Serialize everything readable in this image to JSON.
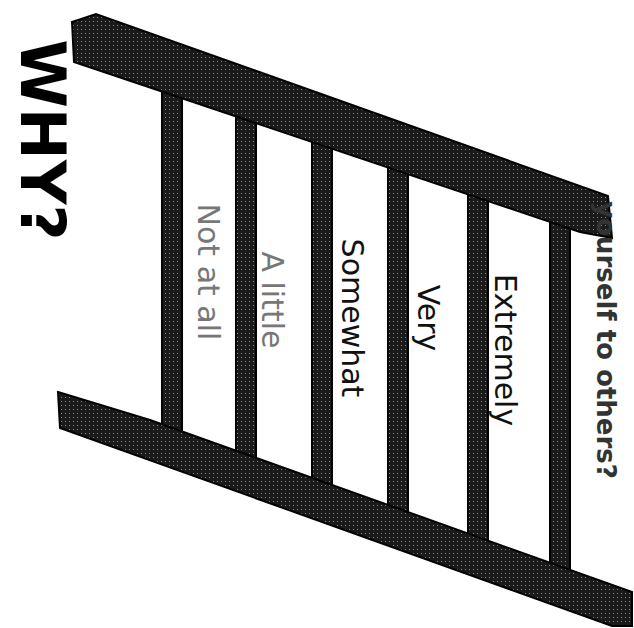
{
  "diagram": {
    "title": "yourself to others?",
    "labels": [
      "Extremely",
      "Very",
      "Somewhat",
      "A little",
      "Not at all",
      "WHY?"
    ]
  }
}
